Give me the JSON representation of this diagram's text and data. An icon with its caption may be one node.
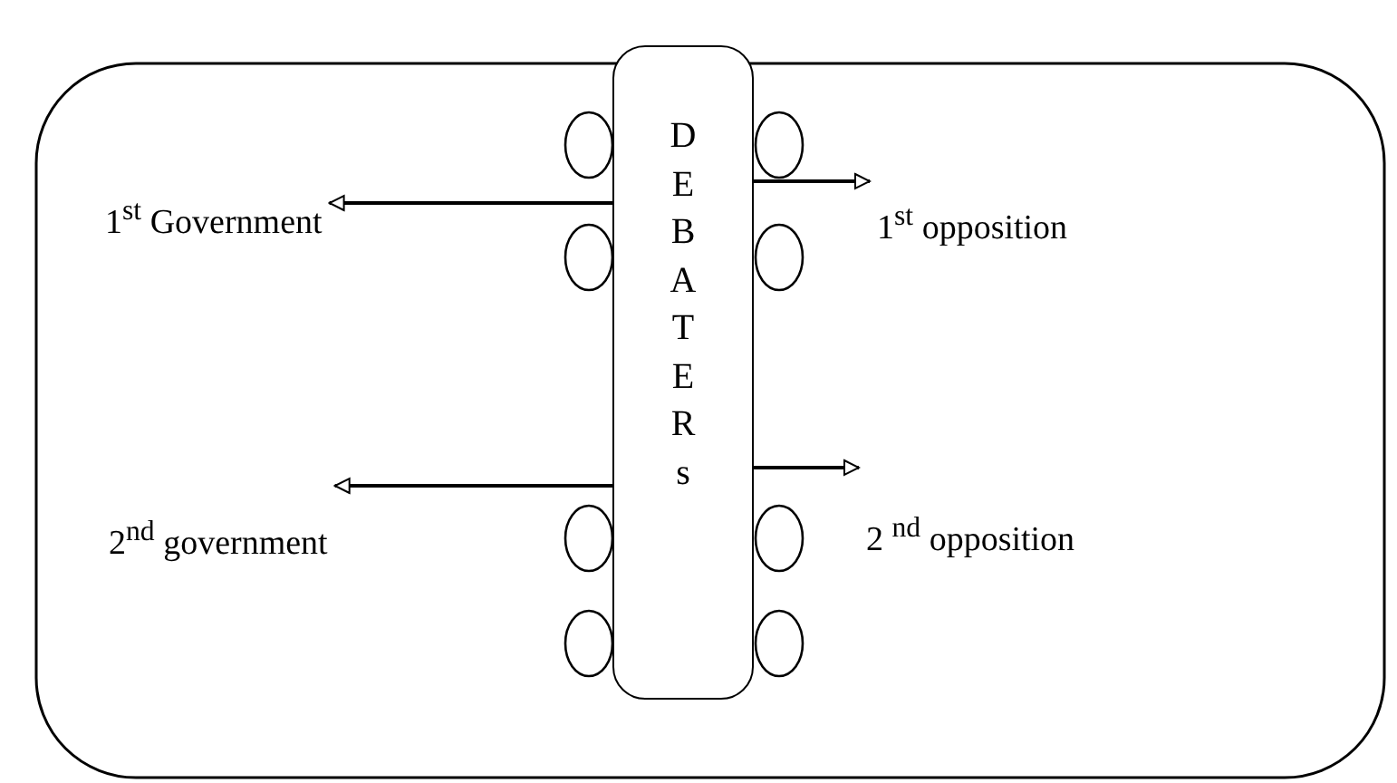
{
  "diagram": {
    "nodes": [
      {
        "text": [
          "D E B A T E R s"
        ]
      },
      {
        "text": [
          "1$^{st}$ Government"
        ]
      },
      {
        "text": [
          "1$^{st}$ opposition"
        ]
      },
      {
        "text": [
          "2$^{nd}$ government"
        ]
      },
      {
        "text": [
          "2 $^{nd}$ opposition"
        ]
      }
    ],
    "edges": [
      {
        "from": 0,
        "to": 1,
        "arrow": "to"
      },
      {
        "from": 0,
        "to": 2,
        "arrow": "to"
      },
      {
        "from": 0,
        "to": 3,
        "arrow": "to"
      },
      {
        "from": 0,
        "to": 4,
        "arrow": "to"
      }
    ]
  }
}
